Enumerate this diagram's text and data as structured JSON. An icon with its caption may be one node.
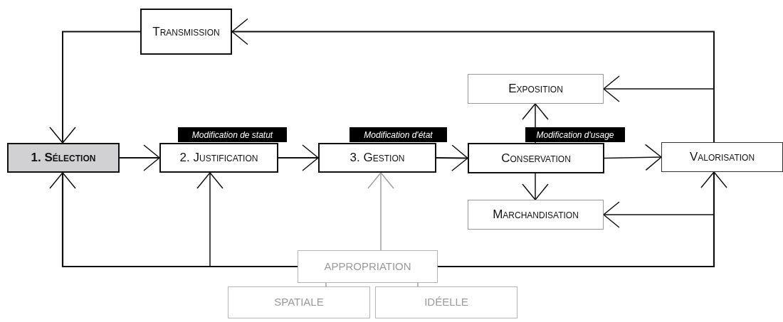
{
  "diagram": {
    "nodes": [
      {
        "text": [
          "Transmission"
        ]
      },
      {
        "text": [
          "1. Sélection"
        ]
      },
      {
        "text": [
          "2. Justification"
        ]
      },
      {
        "text": [
          "3. Gestion"
        ]
      },
      {
        "text": [
          "Conservation"
        ]
      },
      {
        "text": [
          "Exposition"
        ]
      },
      {
        "text": [
          "Marchandisation"
        ]
      },
      {
        "text": [
          "Valorisation"
        ]
      },
      {
        "text": [
          "APPROPRIATION"
        ]
      },
      {
        "text": [
          "SPATIALE"
        ]
      },
      {
        "text": [
          "IDÉELLE"
        ]
      }
    ],
    "edges": [
      {
        "from": 1,
        "to": 2,
        "arrow": "to"
      },
      {
        "from": 2,
        "to": 3,
        "arrow": "to"
      },
      {
        "from": 3,
        "to": 4,
        "arrow": "to"
      },
      {
        "from": 4,
        "to": 7,
        "arrow": "to"
      },
      {
        "from": 4,
        "to": 5,
        "arrow": "to"
      },
      {
        "from": 4,
        "to": 6,
        "arrow": "to"
      },
      {
        "from": 7,
        "to": 5,
        "arrow": "to"
      },
      {
        "from": 7,
        "to": 6,
        "arrow": "to"
      },
      {
        "from": 7,
        "to": 0,
        "arrow": "to"
      },
      {
        "from": 0,
        "to": 1,
        "arrow": "to"
      },
      {
        "from": 8,
        "to": 1,
        "arrow": "to"
      },
      {
        "from": 8,
        "to": 2,
        "arrow": "to"
      },
      {
        "from": 8,
        "to": 3,
        "arrow": "to",
        "color": "#a0a0a0"
      },
      {
        "from": 8,
        "to": 7,
        "arrow": "to"
      },
      {
        "from": 8,
        "to": 9,
        "arrow": "none",
        "color": "#a0a0a0"
      },
      {
        "from": 8,
        "to": 10,
        "arrow": "none",
        "color": "#a0a0a0"
      }
    ],
    "labels": [
      "Modification de statut",
      "Modification d'état",
      "Modification d'usage"
    ]
  }
}
